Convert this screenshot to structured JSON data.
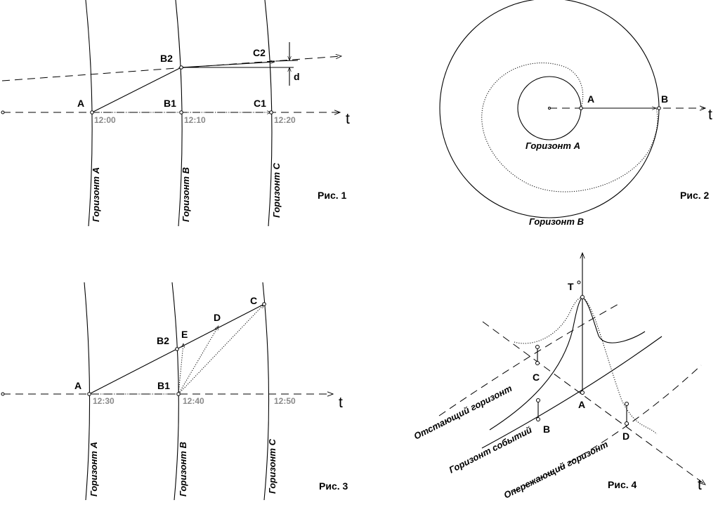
{
  "fig1": {
    "caption": "Рис. 1",
    "points": {
      "A": "A",
      "B1": "B1",
      "B2": "B2",
      "C1": "C1",
      "C2": "C2",
      "d": "d"
    },
    "axis_label": "t",
    "times": [
      "12:00",
      "12:10",
      "12:20"
    ],
    "horizons": [
      "Горизонт A",
      "Горизонт B",
      "Горизонт C"
    ]
  },
  "fig2": {
    "caption": "Рис. 2",
    "points": {
      "A": "A",
      "B": "B"
    },
    "axis_label": "t",
    "horizon_inner": "Горизонт A",
    "horizon_outer": "Горизонт B"
  },
  "fig3": {
    "caption": "Рис. 3",
    "points": {
      "A": "A",
      "B1": "B1",
      "B2": "B2",
      "C": "C",
      "D": "D",
      "E": "E"
    },
    "axis_label": "t",
    "times": [
      "12:30",
      "12:40",
      "12:50"
    ],
    "horizons": [
      "Горизонт A",
      "Горизонт B",
      "Горизонт C"
    ]
  },
  "fig4": {
    "caption": "Рис. 4",
    "points": {
      "T": "T",
      "A": "A",
      "B": "B",
      "C": "C",
      "D": "D"
    },
    "axis_label": "t",
    "horizons": [
      "Отстающий горизонт",
      "Горизонт событий",
      "Опережающий горизонт"
    ]
  }
}
